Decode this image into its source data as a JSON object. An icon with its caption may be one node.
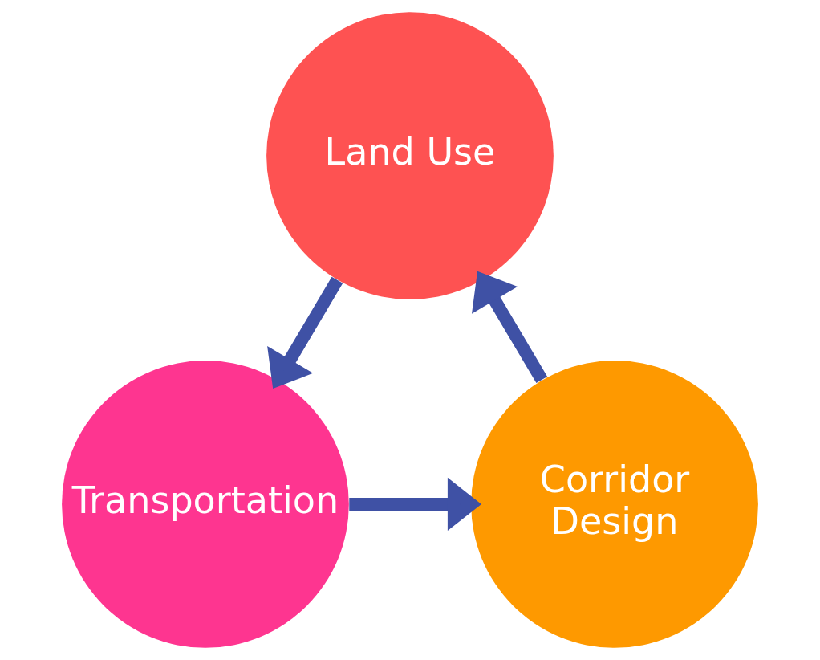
{
  "diagram": {
    "nodes": [
      {
        "text": [
          "Land Use"
        ]
      },
      {
        "text": [
          "Transportation"
        ]
      },
      {
        "text": [
          "Corridor Design"
        ]
      }
    ],
    "edges": [
      {
        "from": 0,
        "to": 1,
        "arrow": "to"
      },
      {
        "from": 1,
        "to": 2,
        "arrow": "to"
      },
      {
        "from": 2,
        "to": 0,
        "arrow": "to"
      }
    ]
  }
}
